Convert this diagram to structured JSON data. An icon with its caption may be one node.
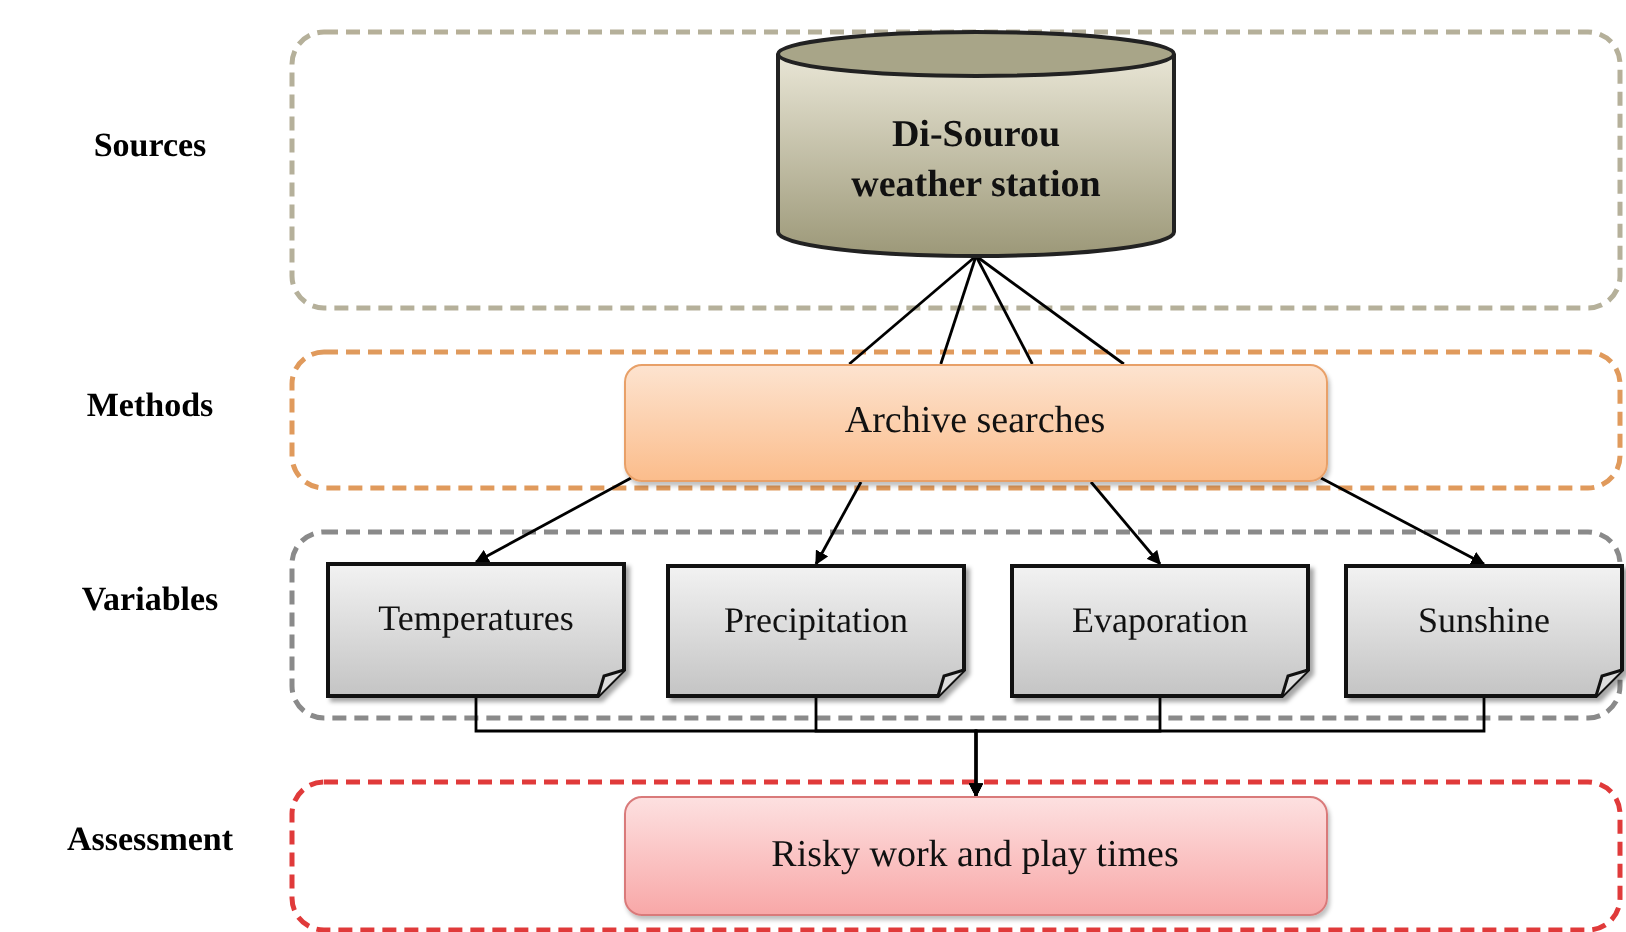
{
  "diagram": {
    "nodes": [
      {
        "text": [
          "Sources"
        ]
      },
      {
        "text": [
          "Di-Sourou weather station"
        ],
        "in": 0
      },
      {
        "text": [
          "Methods"
        ]
      },
      {
        "text": [
          "Archive searches"
        ],
        "in": 2
      },
      {
        "text": [
          "Variables"
        ]
      },
      {
        "text": [
          "Temperatures"
        ],
        "in": 4
      },
      {
        "text": [
          "Precipitation"
        ],
        "in": 4
      },
      {
        "text": [
          "Evaporation"
        ],
        "in": 4
      },
      {
        "text": [
          "Sunshine"
        ],
        "in": 4
      },
      {
        "text": [
          "Assessment"
        ]
      },
      {
        "text": [
          "Risky work and play times"
        ],
        "in": 9
      }
    ],
    "edges": [
      {
        "from": 1,
        "to": 3,
        "arrow": "none"
      },
      {
        "from": 1,
        "to": 3,
        "arrow": "none"
      },
      {
        "from": 1,
        "to": 3,
        "arrow": "none"
      },
      {
        "from": 1,
        "to": 3,
        "arrow": "none"
      },
      {
        "from": 3,
        "to": 5,
        "arrow": "to"
      },
      {
        "from": 3,
        "to": 6,
        "arrow": "to"
      },
      {
        "from": 3,
        "to": 7,
        "arrow": "to"
      },
      {
        "from": 3,
        "to": 8,
        "arrow": "to"
      },
      {
        "from": 5,
        "to": 10,
        "arrow": "to"
      },
      {
        "from": 6,
        "to": 10,
        "arrow": "to"
      },
      {
        "from": 7,
        "to": 10,
        "arrow": "to"
      },
      {
        "from": 8,
        "to": 10,
        "arrow": "to"
      }
    ]
  }
}
